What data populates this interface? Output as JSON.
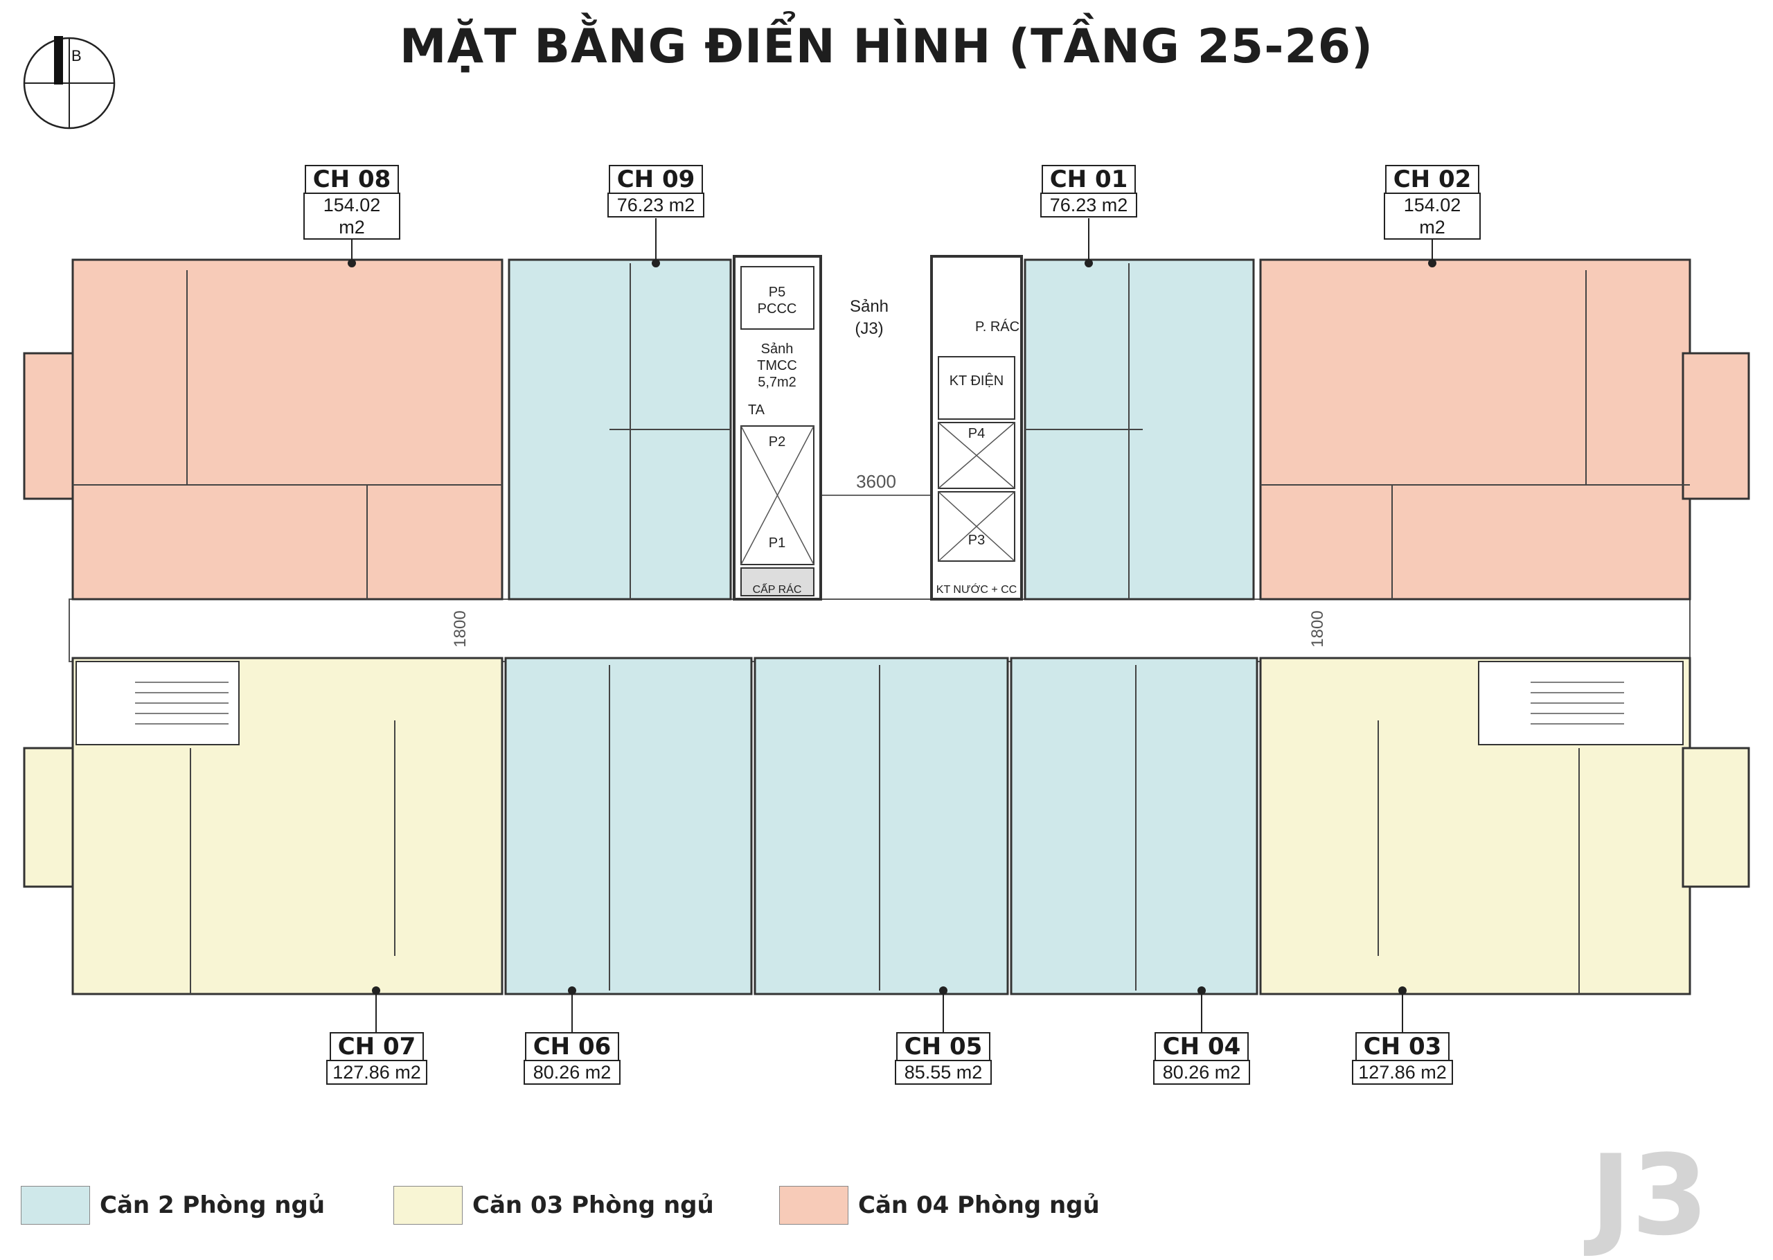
{
  "title": "MẶT BẰNG ĐIỂN HÌNH (TẦNG 25-26)",
  "compass_letter": "B",
  "watermark": "J3",
  "colors": {
    "two_bed": "#cfe8ea",
    "three_bed": "#f8f5d4",
    "four_bed": "#f7cbb8",
    "wall": "#2b2b2b"
  },
  "units": [
    {
      "code": "CH 08",
      "area": "154.02 m2",
      "type": "four_bed"
    },
    {
      "code": "CH 09",
      "area": "76.23 m2",
      "type": "two_bed"
    },
    {
      "code": "CH 01",
      "area": "76.23 m2",
      "type": "two_bed"
    },
    {
      "code": "CH 02",
      "area": "154.02 m2",
      "type": "four_bed"
    },
    {
      "code": "CH 07",
      "area": "127.86 m2",
      "type": "three_bed"
    },
    {
      "code": "CH 06",
      "area": "80.26 m2",
      "type": "two_bed"
    },
    {
      "code": "CH 05",
      "area": "85.55 m2",
      "type": "two_bed"
    },
    {
      "code": "CH 04",
      "area": "80.26 m2",
      "type": "two_bed"
    },
    {
      "code": "CH 03",
      "area": "127.86 m2",
      "type": "three_bed"
    }
  ],
  "core": {
    "p5": "P5",
    "pccc": "PCCC",
    "sanh_tmcc_1": "Sảnh",
    "sanh_tmcc_2": "TMCC",
    "sanh_tmcc_3": "5,7m2",
    "ta": "TA",
    "p2": "P2",
    "p1": "P1",
    "cap_rac": "CẤP RÁC",
    "lobby_1": "Sảnh",
    "lobby_2": "(J3)",
    "p_rac": "P. RÁC",
    "kt_dien": "KT ĐIỆN",
    "p4": "P4",
    "p3": "P3",
    "kt_nuoc": "KT NƯỚC + CC"
  },
  "dimensions": {
    "core_width": "3600",
    "corridor_left": "1800",
    "corridor_right": "1800"
  },
  "legend": [
    {
      "label": "Căn 2 Phòng ngủ",
      "type": "two_bed"
    },
    {
      "label": "Căn 03 Phòng ngủ",
      "type": "three_bed"
    },
    {
      "label": "Căn 04 Phòng ngủ",
      "type": "four_bed"
    }
  ]
}
